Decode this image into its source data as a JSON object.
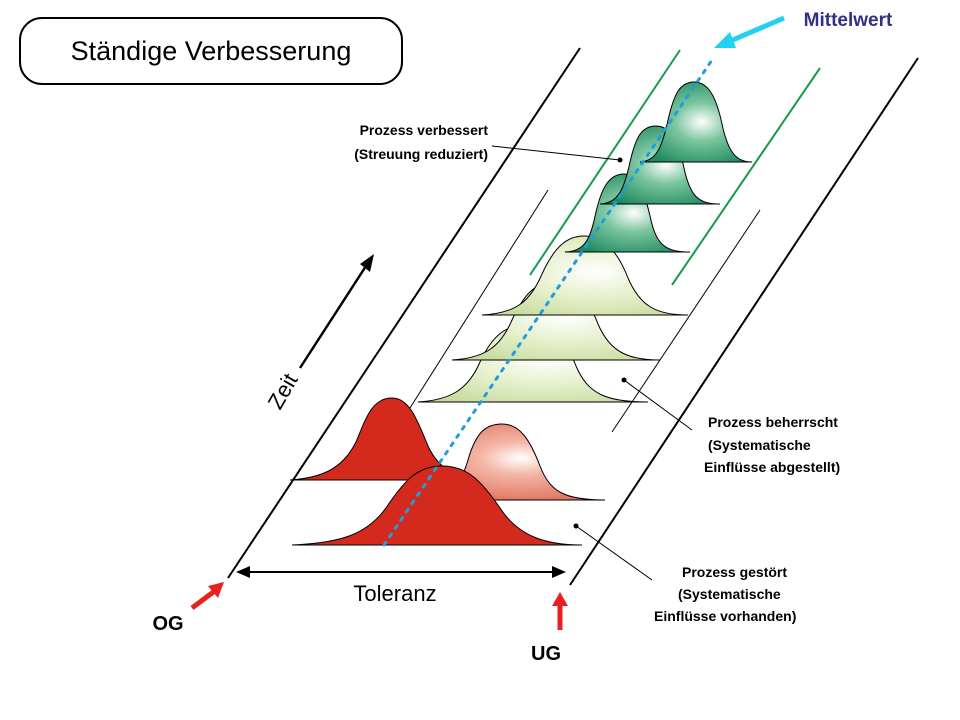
{
  "title": "Ständige Verbesserung",
  "mean_label": "Mittelwert",
  "time_label": "Zeit",
  "tolerance_label": "Toleranz",
  "og_label": "OG",
  "ug_label": "UG",
  "annotations": {
    "improved": [
      "Prozess verbessert",
      "(Streuung reduziert)"
    ],
    "controlled": [
      "Prozess beherrscht",
      "(Systematische",
      "Einflüsse abgestellt)"
    ],
    "disturbed": [
      "Prozess gestört",
      "(Systematische",
      "Einflüsse vorhanden)"
    ]
  },
  "colors": {
    "disturbed": "#d42a1e",
    "disturbed_light": "#ee9a88",
    "controlled": "#d8e8b0",
    "improved": "#2f9a6c",
    "limit_line": "#1a9a4a",
    "mean_arrow": "#22d0f0",
    "mean_line": "#1e9ee0",
    "spec_arrow": "#e82020",
    "mean_label": "#30308a"
  }
}
